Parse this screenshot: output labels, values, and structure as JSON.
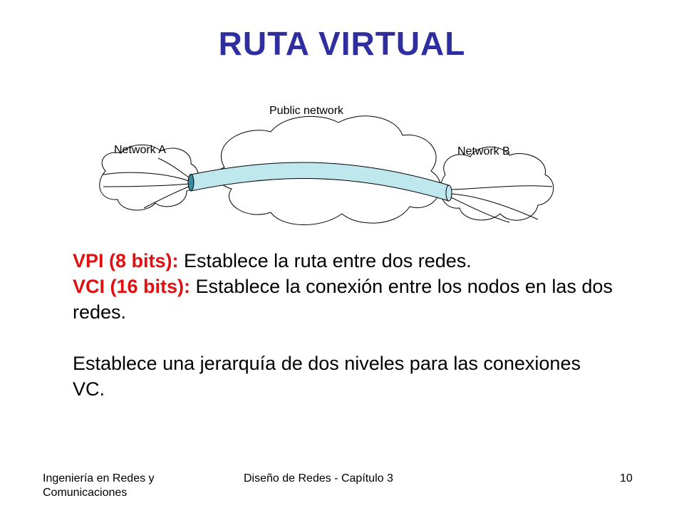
{
  "title": "RUTA  VIRTUAL",
  "colors": {
    "title": "#2E2E9E",
    "term": "#E01010",
    "tube_fill": "#BFE8EE",
    "tube_end": "#3A8CA0"
  },
  "diagram": {
    "public_label": "Public network",
    "network_a_label": "Network A",
    "network_b_label": "Network B"
  },
  "body": {
    "line1_term": "VPI (8 bits):",
    "line1_text": " Establece la ruta entre dos redes.",
    "line2_term": "VCI (16 bits):",
    "line2_text": " Establece la conexión  entre los nodos en las dos redes.",
    "paragraph2": "Establece una jerarquía de dos niveles para las conexiones  VC."
  },
  "footer": {
    "left_line1": "Ingeniería en Redes y",
    "left_line2": "Comunicaciones",
    "center": "Diseño de Redes  -   Capítulo 3",
    "page_number": "10"
  }
}
